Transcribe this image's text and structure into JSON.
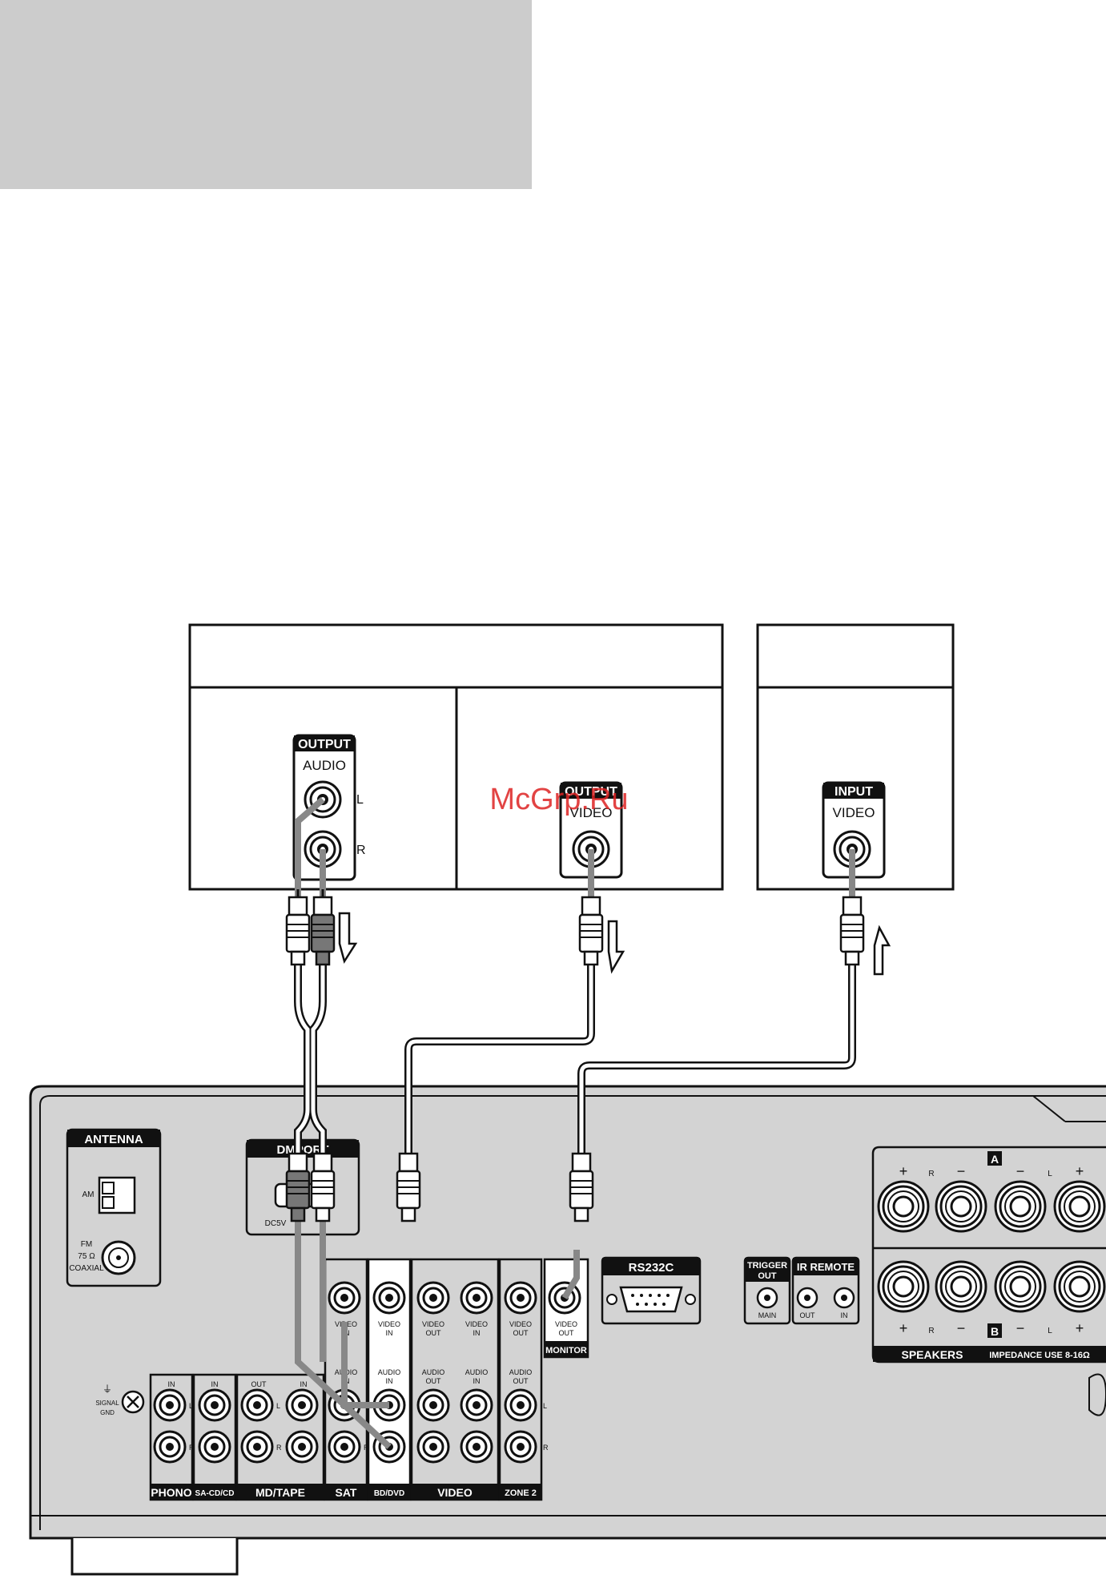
{
  "devices": {
    "player": {
      "output_audio_header": "OUTPUT",
      "output_audio_sub": "AUDIO",
      "jack_l": "L",
      "jack_r": "R",
      "output_video_header": "OUTPUT",
      "output_video_sub": "VIDEO"
    },
    "tv": {
      "input_header": "INPUT",
      "input_sub": "VIDEO"
    }
  },
  "watermark": "McGrp.Ru",
  "receiver": {
    "antenna": {
      "title": "ANTENNA",
      "am": "AM",
      "fm_line1": "FM",
      "fm_line2": "75 Ω",
      "fm_line3": "COAXIAL"
    },
    "dmport": {
      "title": "DMPORT",
      "dc": "DC5V"
    },
    "signal_gnd": {
      "line1": "SIGNAL",
      "line2": "GND"
    },
    "sections": {
      "phono": "PHONO",
      "sacd": "SA-CD/CD",
      "mdtape": "MD/TAPE",
      "sat": "SAT",
      "bddvd": "BD/DVD",
      "video": "VIDEO",
      "zone2": "ZONE 2",
      "monitor": "MONITOR"
    },
    "jack_labels": {
      "in": "IN",
      "out": "OUT",
      "video": "VIDEO",
      "audio": "AUDIO",
      "l": "L",
      "r": "R"
    },
    "rs232c": "RS232C",
    "trigger": {
      "line1": "TRIGGER",
      "line2": "OUT",
      "main": "MAIN"
    },
    "ir_remote": {
      "title": "IR REMOTE",
      "out": "OUT",
      "in": "IN"
    },
    "speakers": {
      "a": "A",
      "b": "B",
      "label": "SPEAKERS",
      "impedance": "IMPEDANCE USE 8-16Ω",
      "plus": "+",
      "minus": "−",
      "r": "R",
      "l": "L"
    }
  }
}
